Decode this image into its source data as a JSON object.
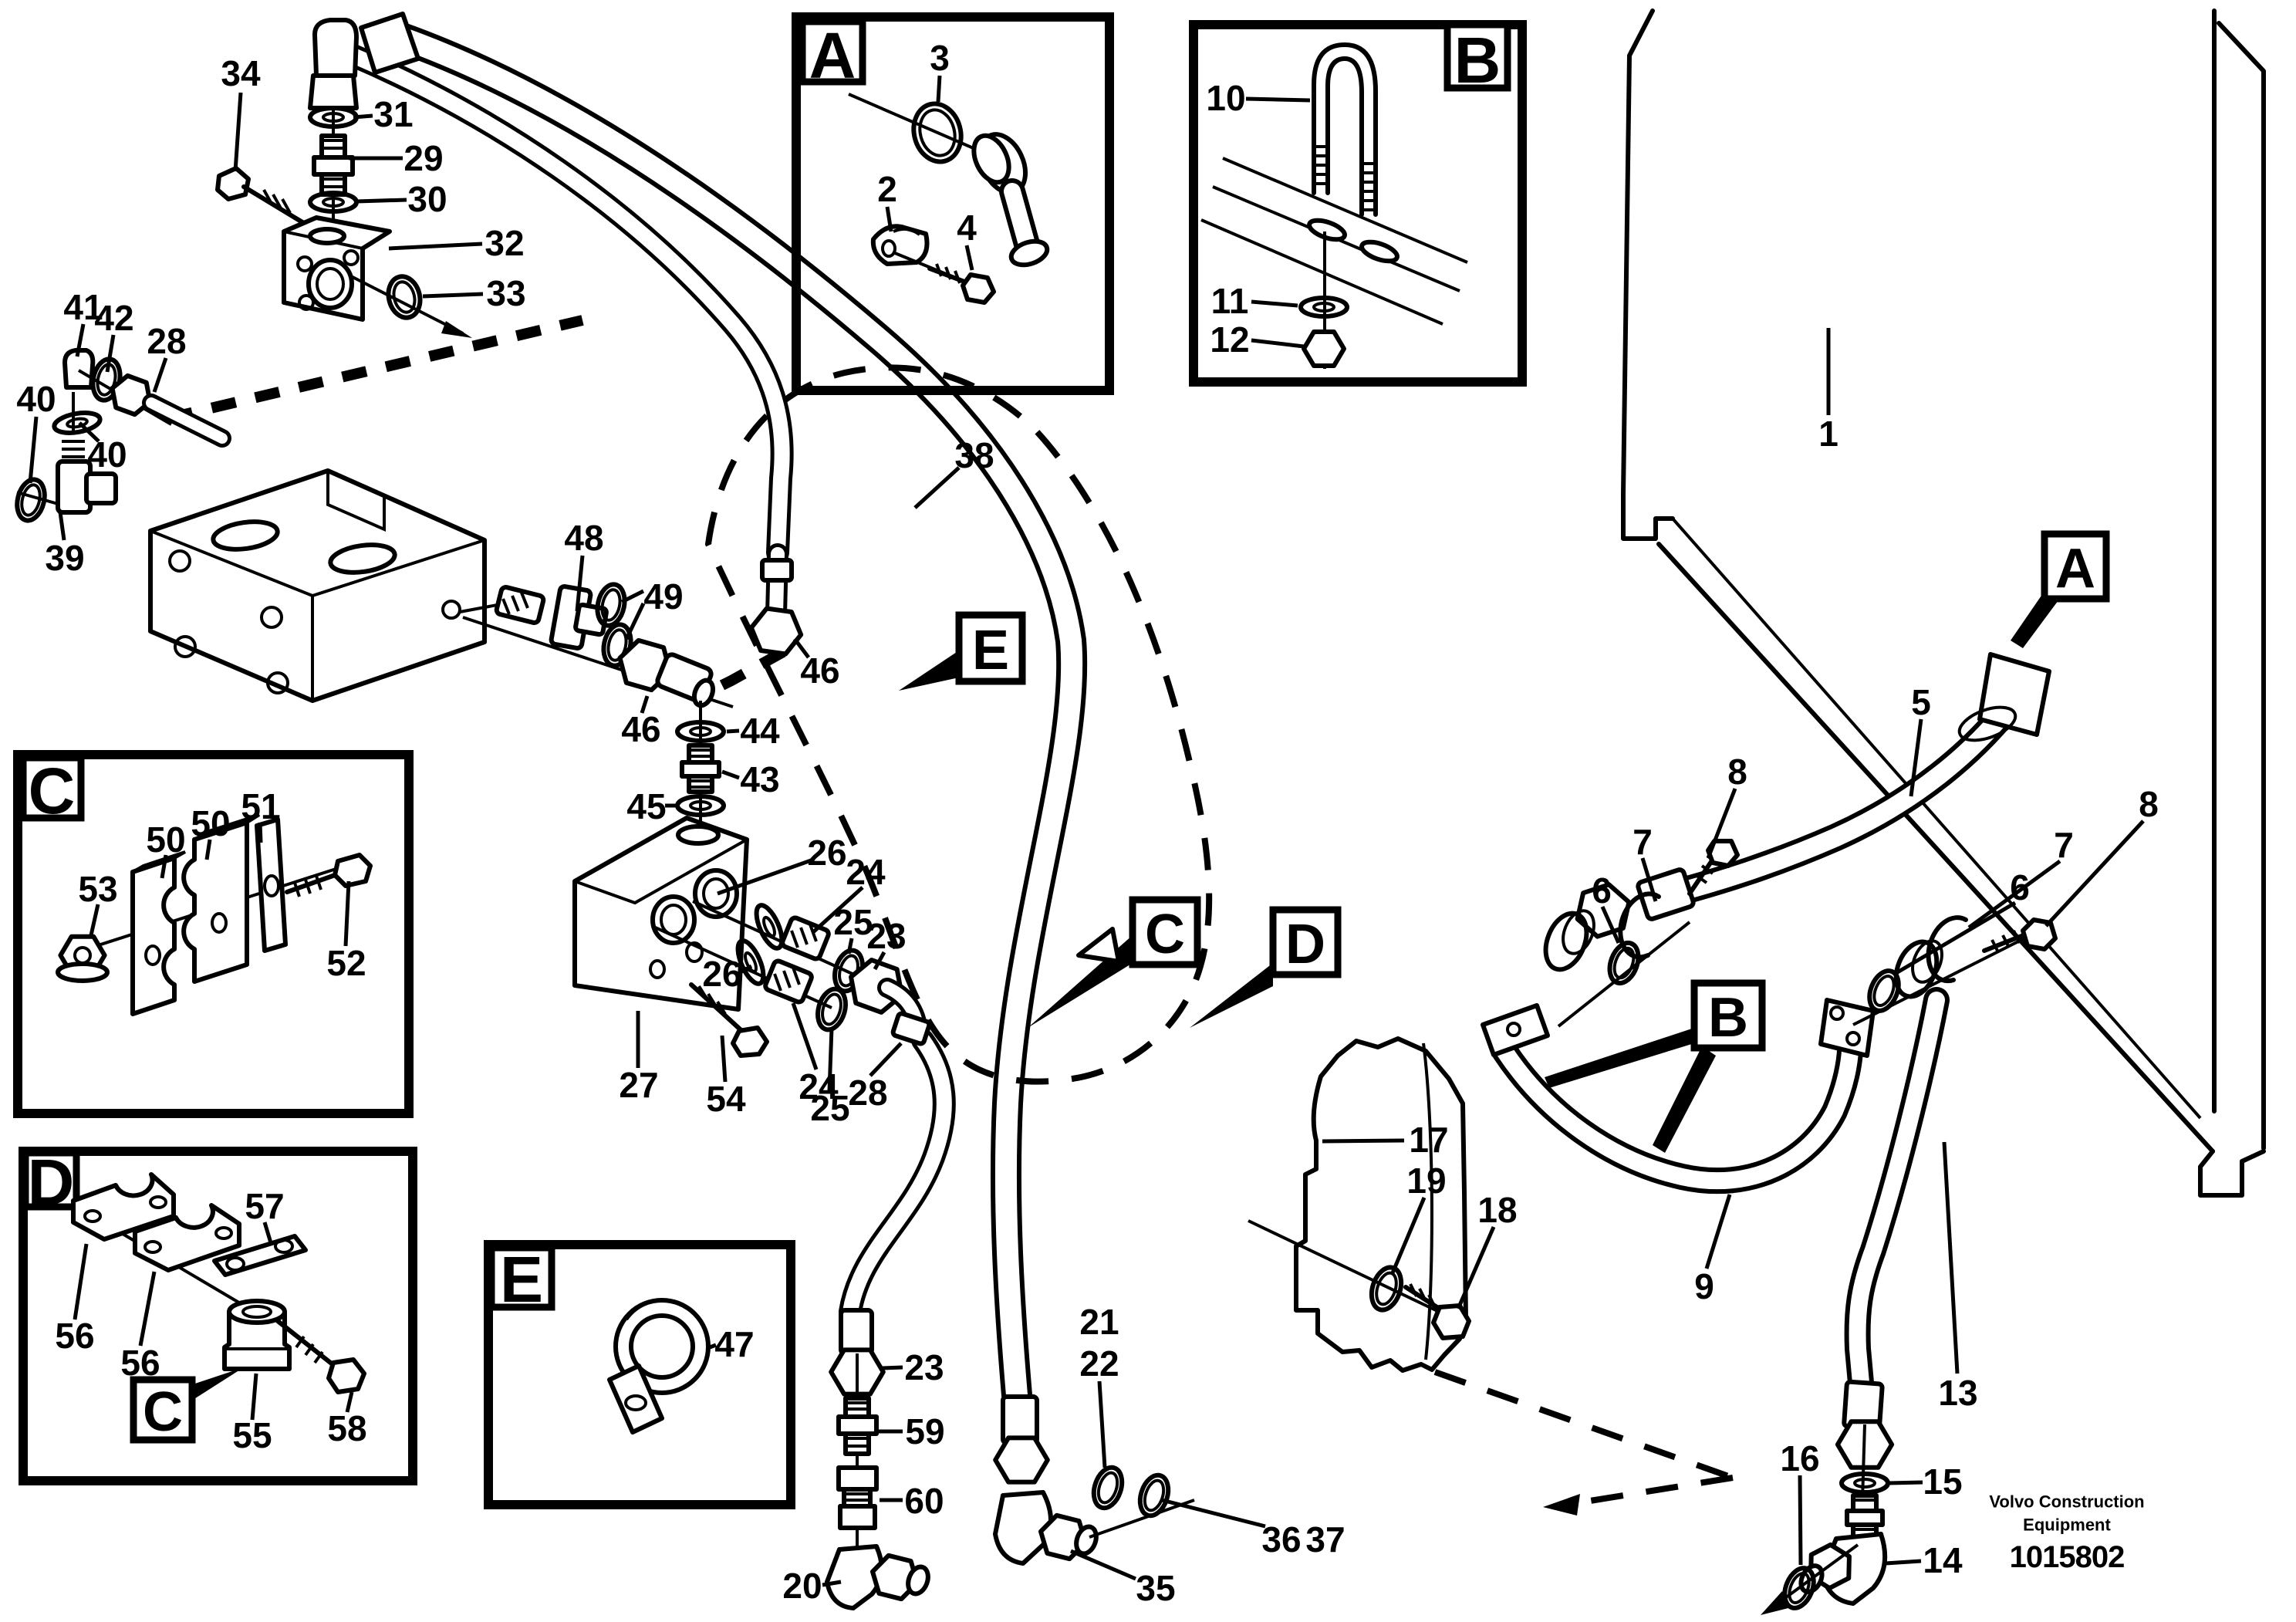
{
  "document": {
    "brand_line1": "Volvo Construction",
    "brand_line2": "Equipment",
    "figure_number": "1015802"
  },
  "detail_panels": {
    "a": "A",
    "b": "B",
    "c": "C",
    "d": "D",
    "e": "E"
  },
  "reference_markers": {
    "a": "A",
    "b": "B",
    "c": "C",
    "d": "D",
    "e": "E"
  },
  "callouts": {
    "n1": "1",
    "n2": "2",
    "n3": "3",
    "n4": "4",
    "n5": "5",
    "n6": "6",
    "n7": "7",
    "n8": "8",
    "n9": "9",
    "n10": "10",
    "n11": "11",
    "n12": "12",
    "n13": "13",
    "n14": "14",
    "n15": "15",
    "n16": "16",
    "n17": "17",
    "n18": "18",
    "n19": "19",
    "n20": "20",
    "n21": "21",
    "n22": "22",
    "n23": "23",
    "n24": "24",
    "n25": "25",
    "n26": "26",
    "n27": "27",
    "n28": "28",
    "n29": "29",
    "n30": "30",
    "n31": "31",
    "n32": "32",
    "n33": "33",
    "n34": "34",
    "n35": "35",
    "n36": "36",
    "n37": "37",
    "n38": "38",
    "n39": "39",
    "n40": "40",
    "n41": "41",
    "n42": "42",
    "n43": "43",
    "n44": "44",
    "n45": "45",
    "n46": "46",
    "n47": "47",
    "n48": "48",
    "n49": "49",
    "n50": "50",
    "n51": "51",
    "n52": "52",
    "n53": "53",
    "n54": "54",
    "n55": "55",
    "n56": "56",
    "n57": "57",
    "n58": "58",
    "n59": "59",
    "n60": "60"
  }
}
